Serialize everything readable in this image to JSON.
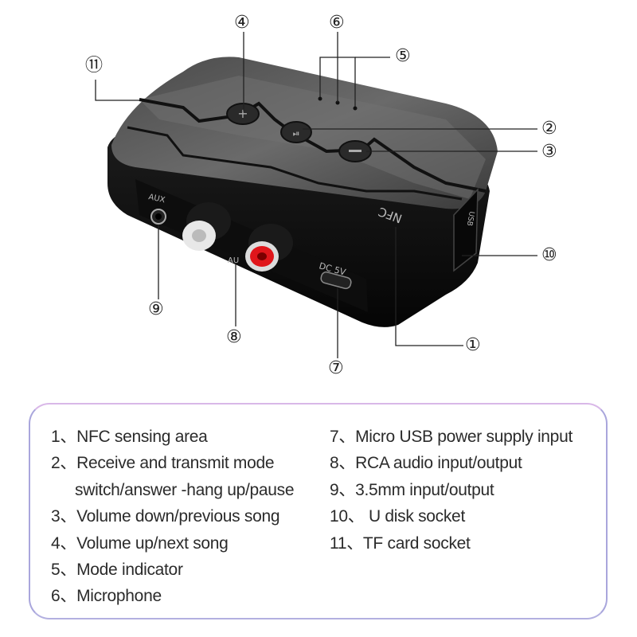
{
  "device": {
    "labels": {
      "aux": "AUX",
      "nfc": "NFC",
      "dc": "DC 5V",
      "usb": "USB",
      "au": "AU"
    },
    "colors": {
      "body_top": "#5a5a5a",
      "body_side": "#111111",
      "rca_white": "#e8e8e8",
      "rca_red": "#e0161b"
    }
  },
  "callouts": [
    {
      "id": "1",
      "glyph": "①"
    },
    {
      "id": "2",
      "glyph": "②"
    },
    {
      "id": "3",
      "glyph": "③"
    },
    {
      "id": "4",
      "glyph": "④"
    },
    {
      "id": "5",
      "glyph": "⑤"
    },
    {
      "id": "6",
      "glyph": "⑥"
    },
    {
      "id": "7",
      "glyph": "⑦"
    },
    {
      "id": "8",
      "glyph": "⑧"
    },
    {
      "id": "9",
      "glyph": "⑨"
    },
    {
      "id": "10",
      "glyph": "⑩"
    },
    {
      "id": "11",
      "glyph": "⑪"
    }
  ],
  "legend": {
    "left": [
      {
        "num": "1、",
        "text": "NFC sensing area"
      },
      {
        "num": "2、",
        "text": "Receive and transmit mode"
      },
      {
        "num": "",
        "text": "switch/answer -hang up/pause"
      },
      {
        "num": "3、",
        "text": "Volume down/previous song"
      },
      {
        "num": "4、",
        "text": "Volume up/next song"
      },
      {
        "num": "5、",
        "text": "Mode indicator"
      },
      {
        "num": "6、",
        "text": "Microphone"
      }
    ],
    "right": [
      {
        "num": "7、",
        "text": "Micro USB power supply input"
      },
      {
        "num": "8、",
        "text": "RCA audio input/output"
      },
      {
        "num": "9、",
        "text": "3.5mm input/output"
      },
      {
        "num": "10、",
        "text": " U disk socket"
      },
      {
        "num": "11、",
        "text": "TF card socket"
      }
    ],
    "border_color": "#a9a6dc"
  }
}
